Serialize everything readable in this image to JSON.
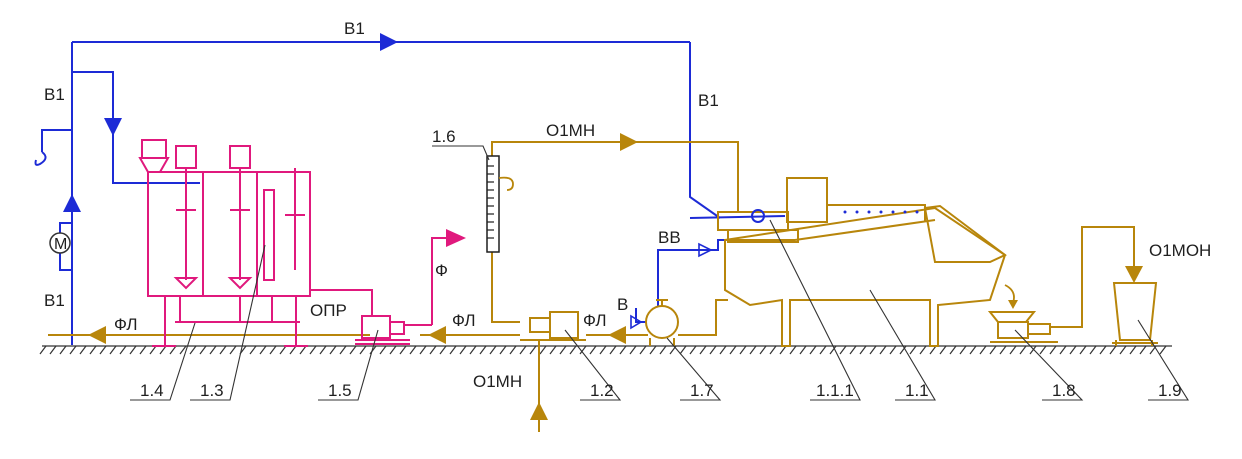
{
  "colors": {
    "water": "#1d2bd6",
    "product": "#b8860b",
    "reagent": "#e0197d",
    "ground": "#333333",
    "text": "#1f1f1f"
  },
  "flow_labels": {
    "b1_top": "В1",
    "b1_left": "В1",
    "b1_bottom": "В1",
    "b1_right": "В1",
    "o1mn_top": "О1МН",
    "o1mn_bottom": "О1МН",
    "bb": "ВВ",
    "b": "В",
    "f": "Ф",
    "fl_left": "ФЛ",
    "fl_mid": "ФЛ",
    "fl_right": "ФЛ",
    "opr": "ОПР",
    "o1mon": "О1МОН",
    "motor": "М"
  },
  "callouts": {
    "c1_6": "1.6",
    "c1_4": "1.4",
    "c1_3": "1.3",
    "c1_5": "1.5",
    "c1_2": "1.2",
    "c1_7": "1.7",
    "c1_1_1": "1.1.1",
    "c1_1": "1.1",
    "c1_8": "1.8",
    "c1_9": "1.9"
  },
  "icons": {
    "flow_arrow": "triangle-arrow",
    "motor": "motor-circle-icon",
    "ground": "ground-hatch",
    "faucet": "hook-faucet-icon"
  }
}
